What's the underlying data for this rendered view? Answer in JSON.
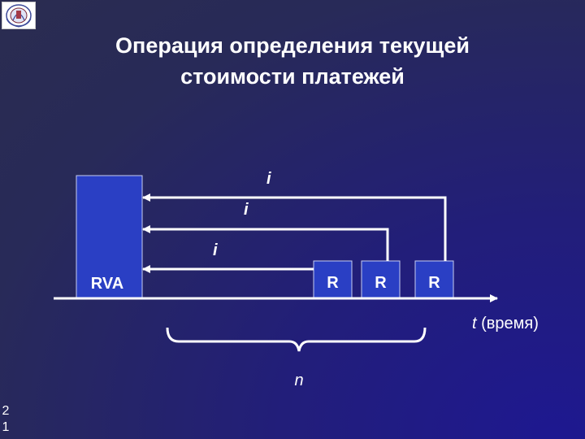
{
  "title": {
    "line1": "Операция определения текущей",
    "line2": "стоимости платежей"
  },
  "diagram": {
    "rva_label": "RVA",
    "payment_label": "R",
    "rate_label": "i",
    "time_label_var": "t",
    "time_label_text": " (время)",
    "periods_label": "n"
  },
  "page_number": "21",
  "colors": {
    "background": "#282a58",
    "box_fill": "#2a3fc4",
    "lines": "#ffffff",
    "text": "#ffffff"
  },
  "icons": {
    "logo": "university-emblem-icon"
  }
}
